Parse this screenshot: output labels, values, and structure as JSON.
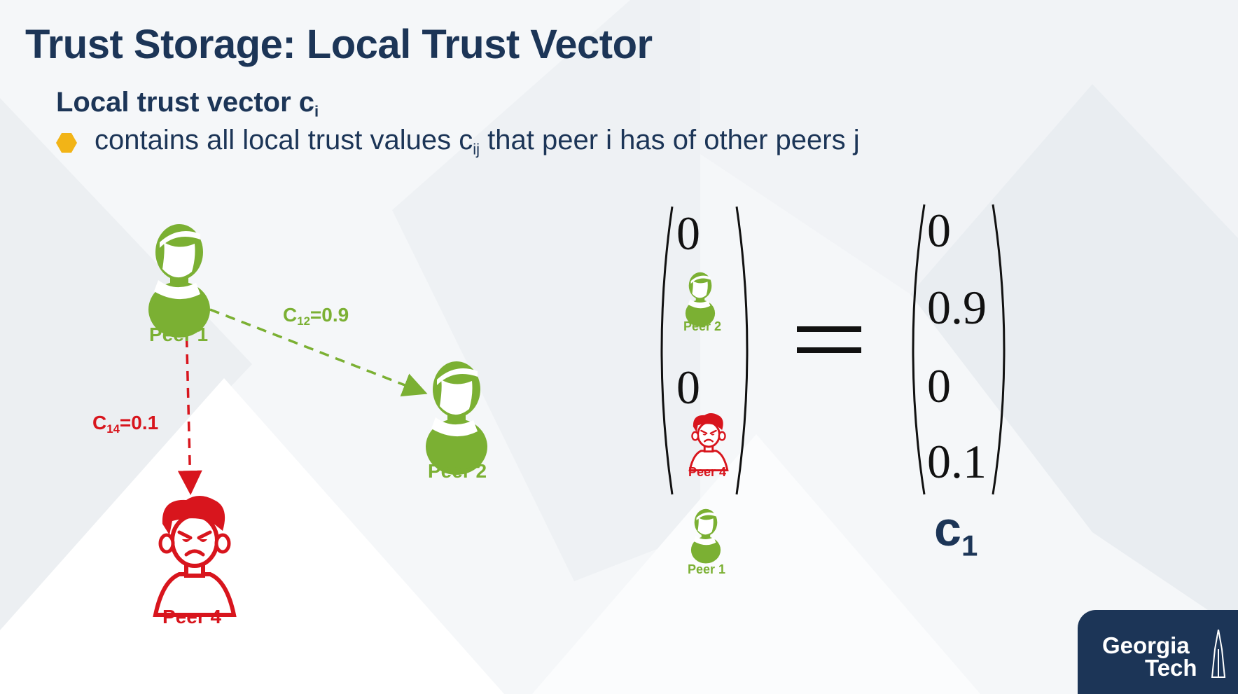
{
  "slide": {
    "title": "Trust Storage: Local Trust Vector",
    "subtitle_main": "Local trust vector c",
    "subtitle_sub": "i",
    "bullet": {
      "text_before": "contains all local trust values c",
      "text_sub": "ij",
      "text_after": " that peer i has of other peers j"
    }
  },
  "graph": {
    "nodes": {
      "peer1": {
        "label": "Peer 1",
        "status": "trusted"
      },
      "peer2": {
        "label": "Peer 2",
        "status": "trusted"
      },
      "peer4": {
        "label": "Peer 4",
        "status": "malicious"
      }
    },
    "edges": {
      "e12": {
        "label_main": "C",
        "label_sub": "12",
        "label_value": "=0.9"
      },
      "e14": {
        "label_main": "C",
        "label_sub": "14",
        "label_value": "=0.1"
      }
    }
  },
  "vector": {
    "left_entries": [
      "0",
      "0"
    ],
    "left_icons": [
      {
        "label": "Peer 2",
        "status": "trusted"
      },
      {
        "label": "Peer 4",
        "status": "malicious"
      },
      {
        "label": "Peer 1",
        "status": "trusted"
      }
    ],
    "result_values": [
      "0",
      "0.9",
      "0",
      "0.1"
    ],
    "result_name_main": "c",
    "result_name_sub": "1"
  },
  "logo": {
    "line1": "Georgia",
    "line2": "Tech"
  },
  "colors": {
    "title": "#1c3557",
    "trusted": "#7bb033",
    "malicious": "#d8151d",
    "bullet": "#f2b417",
    "logo_bg": "#1c3557"
  }
}
